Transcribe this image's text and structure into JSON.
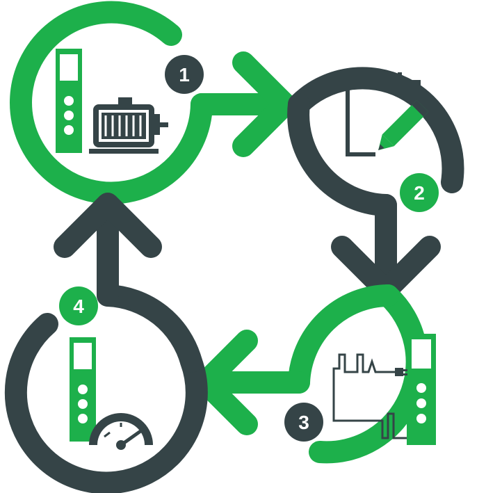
{
  "colors": {
    "green": "#1db04b",
    "dark": "#354447",
    "white": "#ffffff"
  },
  "steps": [
    {
      "number": "1",
      "icon": "drive-and-motor-icon",
      "ring_color": "green",
      "badge_color": "dark"
    },
    {
      "number": "2",
      "icon": "notepad-pencil-icon",
      "ring_color": "dark",
      "badge_color": "green"
    },
    {
      "number": "3",
      "icon": "drive-with-cable-icon",
      "ring_color": "green",
      "badge_color": "dark"
    },
    {
      "number": "4",
      "icon": "drive-with-speed-gauge-icon",
      "ring_color": "dark",
      "badge_color": "green"
    }
  ]
}
